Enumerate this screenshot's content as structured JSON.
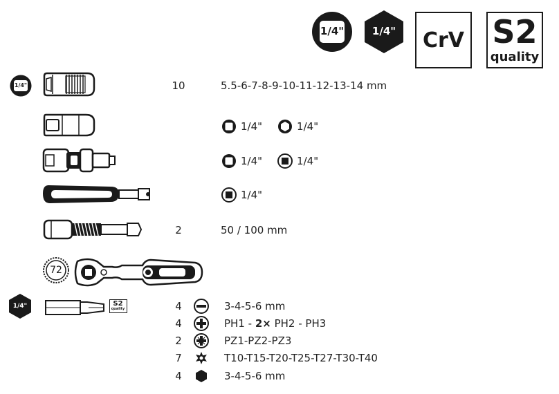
{
  "header_badges": {
    "drive_round": "1/4\"",
    "drive_hex": "1/4\"",
    "material": "CrV",
    "grade_big": "S2",
    "grade_small": "quality"
  },
  "rows": [
    {
      "badge": "1/4\"",
      "qty": "10",
      "spec": "5.5-6-7-8-9-10-11-12-13-14 mm"
    },
    {
      "spec_a": "1/4\"",
      "spec_b": "1/4\""
    },
    {
      "spec_a": "1/4\"",
      "spec_b": "1/4\""
    },
    {
      "spec_a": "1/4\""
    },
    {
      "qty": "2",
      "spec": "50 / 100 mm"
    },
    {
      "teeth": "72"
    }
  ],
  "bits": {
    "badge": "1/4\"",
    "s2_big": "S2",
    "s2_small": "quality",
    "items": [
      {
        "qty": "4",
        "icon": "slotted-icon",
        "text": "3-4-5-6 mm"
      },
      {
        "qty": "4",
        "icon": "phillips-icon",
        "pre": "PH1 - ",
        "bold": "2×",
        "post": " PH2 - PH3"
      },
      {
        "qty": "2",
        "icon": "pozidriv-icon",
        "text": "PZ1-PZ2-PZ3"
      },
      {
        "qty": "7",
        "icon": "torx-icon",
        "text": "T10-T15-T20-T25-T27-T30-T40"
      },
      {
        "qty": "4",
        "icon": "hex-icon",
        "text": "3-4-5-6 mm"
      }
    ]
  }
}
